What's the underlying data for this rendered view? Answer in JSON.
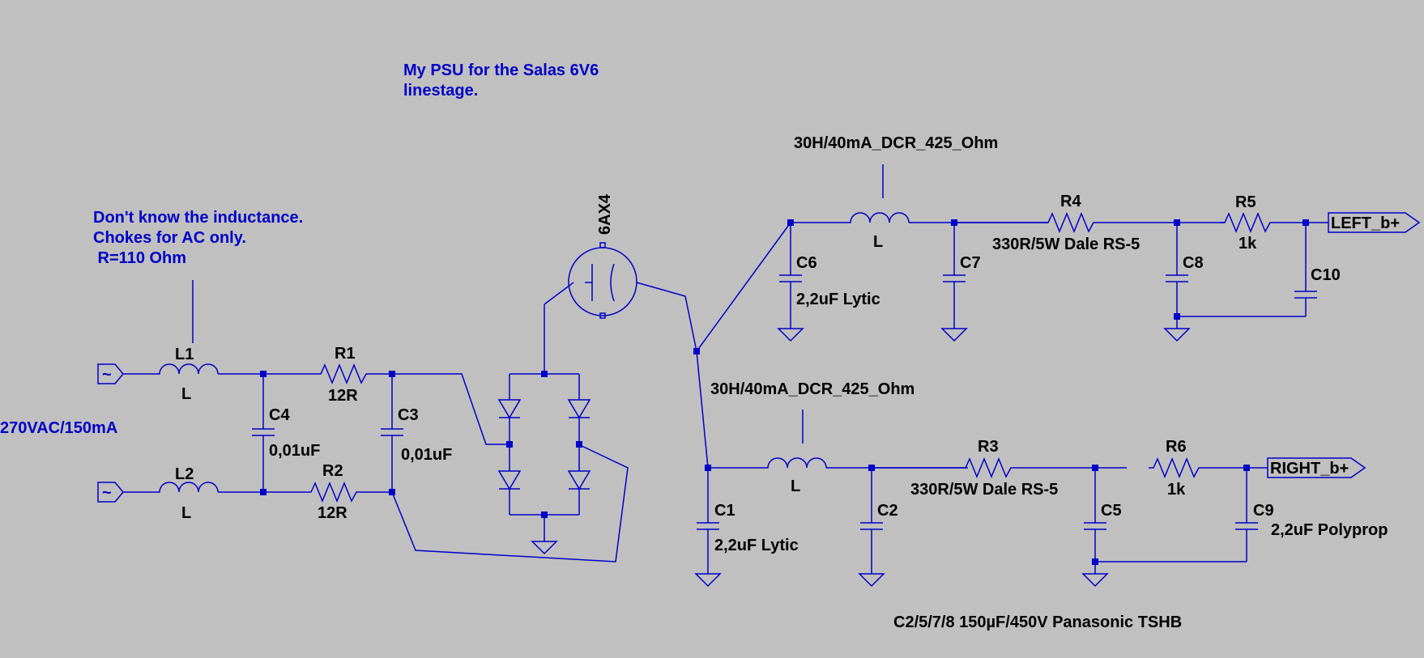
{
  "comments": {
    "title_line1": "My PSU for the Salas 6V6",
    "title_line2": "linestage.",
    "choke_line1": "Don't know the inductance.",
    "choke_line2": "Chokes for AC only.",
    "choke_line3": " R=110 Ohm",
    "source": "270VAC/150mA"
  },
  "components": {
    "L1": {
      "ref": "L1",
      "value": "L"
    },
    "L2": {
      "ref": "L2",
      "value": "L"
    },
    "R1": {
      "ref": "R1",
      "value": "12R"
    },
    "R2": {
      "ref": "R2",
      "value": "12R"
    },
    "C3": {
      "ref": "C3",
      "value": "0,01uF"
    },
    "C4": {
      "ref": "C4",
      "value": "0,01uF"
    },
    "tube": {
      "ref": "6AX4"
    },
    "L_left": {
      "value": "L",
      "note": "30H/40mA_DCR_425_Ohm"
    },
    "L_right": {
      "value": "L",
      "note": "30H/40mA_DCR_425_Ohm"
    },
    "C6": {
      "ref": "C6",
      "value": "2,2uF Lytic"
    },
    "C7": {
      "ref": "C7"
    },
    "R4": {
      "ref": "R4",
      "value": "330R/5W Dale RS-5"
    },
    "C8": {
      "ref": "C8"
    },
    "R5": {
      "ref": "R5",
      "value": "1k"
    },
    "C10": {
      "ref": "C10"
    },
    "C1": {
      "ref": "C1",
      "value": "2,2uF Lytic"
    },
    "C2": {
      "ref": "C2"
    },
    "R3": {
      "ref": "R3",
      "value": "330R/5W Dale RS-5"
    },
    "C5": {
      "ref": "C5"
    },
    "R6": {
      "ref": "R6",
      "value": "1k"
    },
    "C9": {
      "ref": "C9",
      "value": "2,2uF Polyprop"
    }
  },
  "ports": {
    "left": "LEFT_b+",
    "right": "RIGHT_b+",
    "ac_symbol": "~"
  },
  "footnote": "C2/5/7/8 150µF/450V Panasonic TSHB",
  "colors": {
    "background": "#c0c0c0",
    "wire": "#0000c8",
    "label": "#000000",
    "comment": "#0000c8"
  }
}
